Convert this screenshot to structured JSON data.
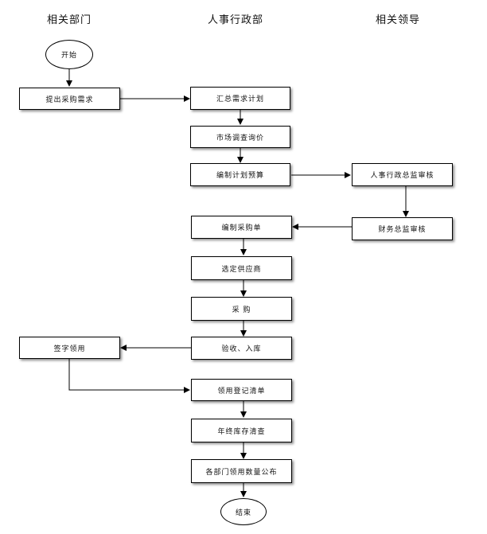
{
  "columns": {
    "dept": "相关部门",
    "hr": "人事行政部",
    "leader": "相关领导"
  },
  "nodes": {
    "start": "开始",
    "submit_request": "提出采购需求",
    "summarize_plan": "汇总需求计划",
    "market_survey": "市场调查询价",
    "prepare_budget": "编制计划预算",
    "hr_director_review": "人事行政总监审核",
    "finance_director_review": "财务总监审核",
    "prepare_order": "编制采购单",
    "select_supplier": "选定供应商",
    "purchase": "采    购",
    "inspect_store": "验收、入库",
    "sign_receive": "签字领用",
    "register_list": "领用登记清单",
    "year_end_check": "年终库存清查",
    "publish_usage": "各部门领用数量公布",
    "end": "结束"
  }
}
